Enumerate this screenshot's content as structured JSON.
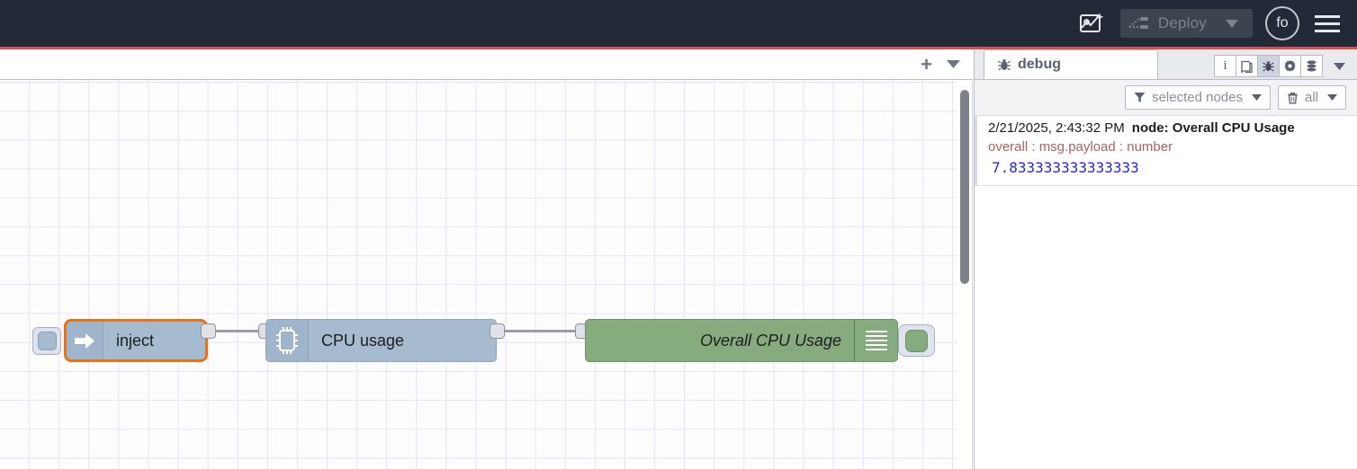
{
  "header": {
    "ai_icon": "flow-sparkle-icon",
    "deploy": {
      "icon": "deploy-icon",
      "label": "Deploy",
      "caret_icon": "chevron-down-icon",
      "enabled": false
    },
    "avatar_label": "fo",
    "menu_icon": "hamburger-menu-icon",
    "accent_color": "#d94f4f",
    "background_color": "#212a36"
  },
  "tabbar": {
    "add_label": "+",
    "caret_icon": "chevron-down-icon"
  },
  "canvas": {
    "nodes": [
      {
        "id": "inject",
        "type": "inject",
        "label": "inject",
        "icon": "arrow-right-icon",
        "color": "#a6bbd0",
        "selected": true,
        "selection_color": "#ec7016",
        "has_trigger_button": true
      },
      {
        "id": "cpu-usage",
        "type": "cpu",
        "label": "CPU usage",
        "icon": "chip-icon",
        "color": "#a6bbd0",
        "selected": false
      },
      {
        "id": "overall-cpu-usage",
        "type": "debug",
        "label": "Overall CPU Usage",
        "icon": "debug-lines-icon",
        "color": "#86ab7f",
        "selected": false,
        "has_toggle_button": true
      }
    ]
  },
  "sidebar": {
    "tab": {
      "label": "debug",
      "icon": "bug-icon"
    },
    "tools": [
      {
        "name": "info-icon",
        "glyph": "i",
        "active": false
      },
      {
        "name": "book-icon",
        "glyph": "book",
        "active": false
      },
      {
        "name": "bug-icon",
        "glyph": "bug",
        "active": true
      },
      {
        "name": "gear-icon",
        "glyph": "gear",
        "active": false
      },
      {
        "name": "database-icon",
        "glyph": "database",
        "active": false
      }
    ],
    "tools_caret_icon": "chevron-down-icon",
    "filters": [
      {
        "name": "selected-nodes-filter",
        "icon": "funnel-icon",
        "label": "selected nodes",
        "caret_icon": "chevron-down-icon"
      },
      {
        "name": "clear-all-filter",
        "icon": "trash-icon",
        "label": "all",
        "caret_icon": "chevron-down-icon"
      }
    ],
    "messages": [
      {
        "timestamp": "2/21/2025, 2:43:32 PM",
        "node_label": "node: Overall CPU Usage",
        "topic": "overall : msg.payload : number",
        "value": "7.833333333333333"
      }
    ]
  }
}
